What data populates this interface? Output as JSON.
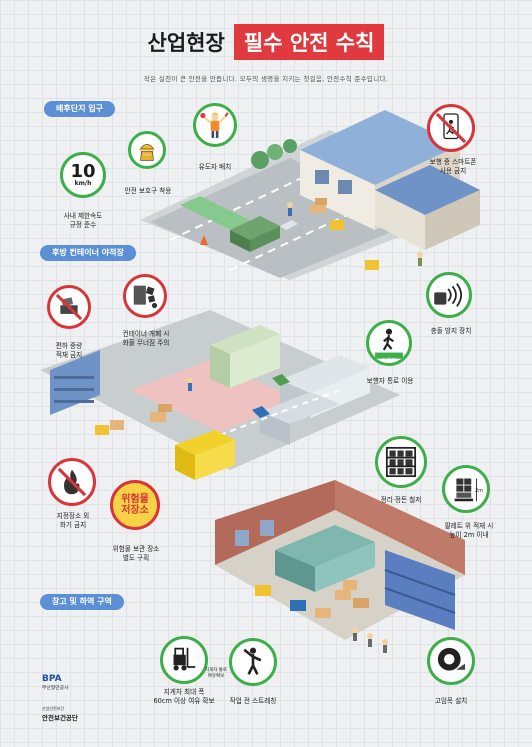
{
  "title": {
    "plain": "산업현장",
    "boxed": "필수 안전 수칙"
  },
  "subtitle": "작은 실천이 큰 안전을 만듭니다. 모두의 생명을 지키는 첫걸음, 안전수칙 준수입니다.",
  "sections": {
    "entrance": "배후단지 입구",
    "container_yard": "후방 컨테이너 야적장",
    "warehouse": "창고 및 하역 구역"
  },
  "rules": {
    "speed_limit": "사내 제한속도\n규정 준수",
    "speed_value": "10",
    "speed_unit": "km/h",
    "protective_gear": "안전 보호구 착용",
    "guide_staff": "유도자 배치",
    "smartphone": "보행 중 스마트폰\n사용 금지",
    "collision_device": "충돌 방지 장치",
    "unbalanced_load": "편하 중량\n적재 금지",
    "container_open": "컨테이너 개폐 시\n화물 무너짐 주의",
    "walkway": "보행자 통로 이용",
    "walkway_sign": "보 행 자",
    "no_fire": "지정장소 외\n화기 금지",
    "hazmat_sign_line1": "위험물",
    "hazmat_sign_line2": "저장소",
    "hazmat_storage": "위험물 보관 장소\n별도 구획",
    "organize": "정리·정돈 철저",
    "pallet_height": "팔레트 위 적재 시\n높이 2m 이내",
    "pallet_mark": "2m",
    "forklift_margin": "지게차 최대 폭\n60cm 이상 여유 확보",
    "forklift_sign": "지게차 통로\n여유확보",
    "stretching": "작업 전 스트레칭",
    "wheel_chock": "고임목 설치"
  },
  "logos": {
    "bpa": "BPA",
    "bpa_sub": "부산항만공사",
    "kosha_sub": "산업안전보건",
    "kosha": "안전보건공단"
  },
  "colors": {
    "accent_red": "#e03a3e",
    "pill_blue": "#5b8fd6",
    "good_green": "#3cae4a",
    "bad_red": "#d8353a"
  },
  "icons": [
    "helmet-vest-icon",
    "guide-person-icon",
    "no-smartphone-icon",
    "collision-sensor-icon",
    "no-stacking-icon",
    "falling-cargo-icon",
    "pedestrian-icon",
    "no-fire-icon",
    "shelf-icon",
    "pallet-icon",
    "forklift-icon",
    "stretch-icon",
    "tire-chock-icon"
  ]
}
